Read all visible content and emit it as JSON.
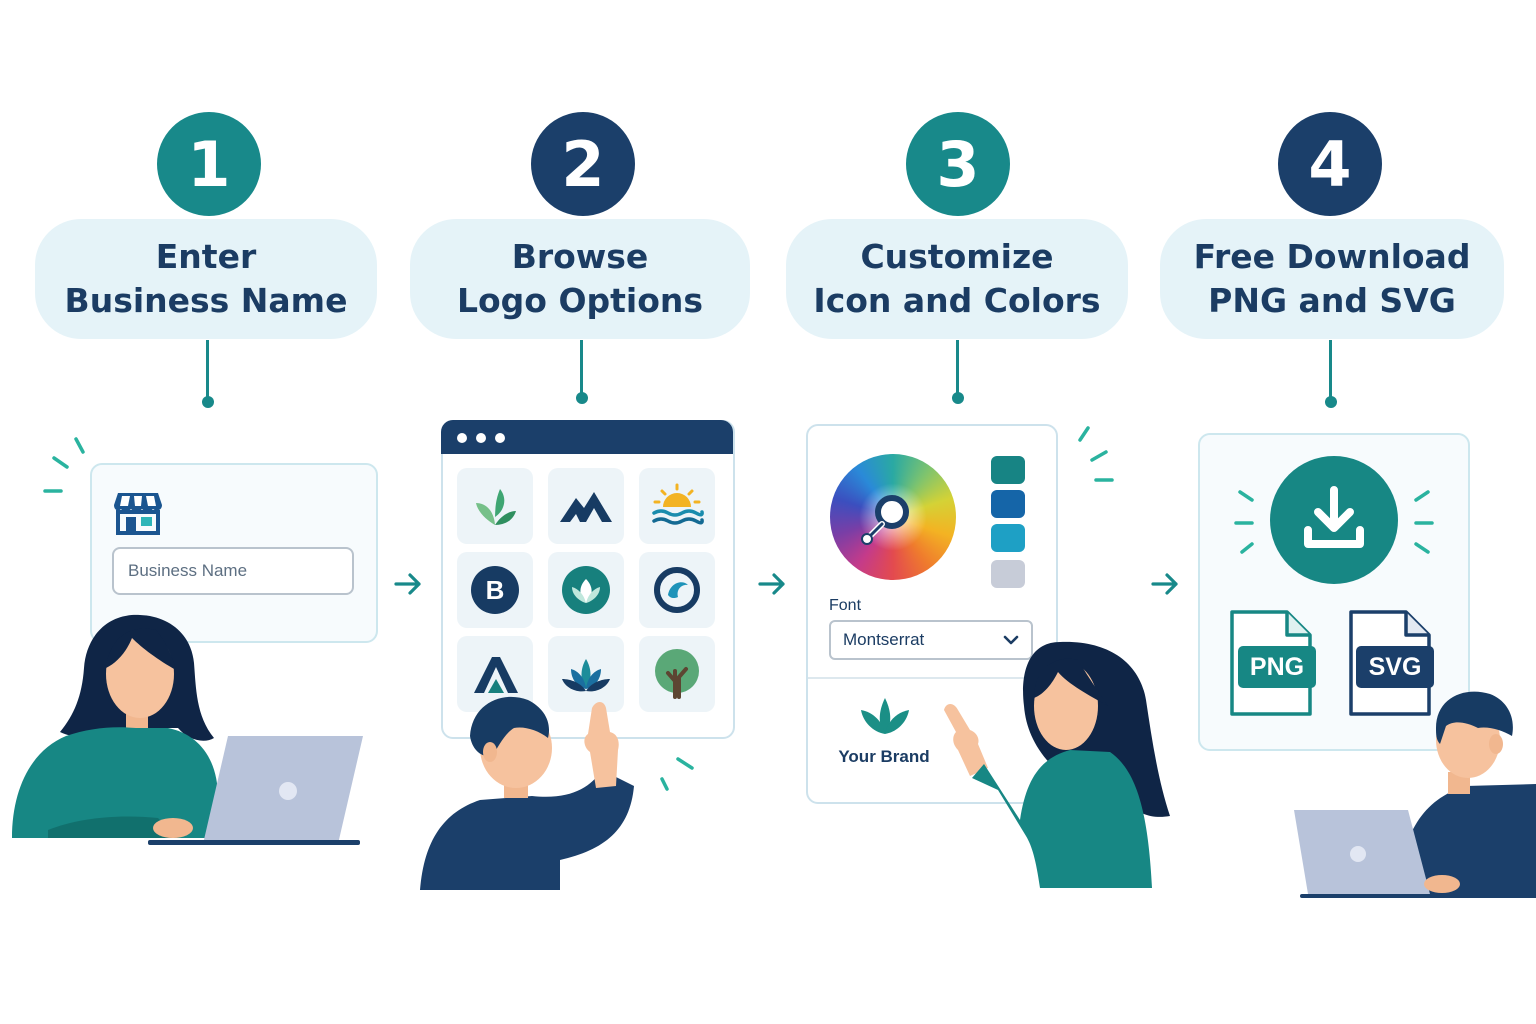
{
  "colors": {
    "teal": "#18898a",
    "navy": "#1b3f6a",
    "pill_bg": "#e5f3f8",
    "text_dark": "#1b3c63"
  },
  "steps": [
    {
      "number": "1",
      "line1": "Enter",
      "line2": "Business Name",
      "circle_color": "teal"
    },
    {
      "number": "2",
      "line1": "Browse",
      "line2": "Logo Options",
      "circle_color": "navy"
    },
    {
      "number": "3",
      "line1": "Customize",
      "line2": "Icon and Colors",
      "circle_color": "teal"
    },
    {
      "number": "4",
      "line1": "Free Download",
      "line2": "PNG and SVG",
      "circle_color": "navy"
    }
  ],
  "step1_panel": {
    "icon": "storefront-icon",
    "input_placeholder": "Business Name"
  },
  "step2_panel": {
    "tiles": [
      "leaf-icon",
      "mountain-icon",
      "sunrise-waves-icon",
      "letter-b-icon",
      "leaf-emblem-icon",
      "wave-emblem-icon",
      "letter-a-icon",
      "lotus-icon",
      "tree-icon"
    ],
    "letter_b": "B"
  },
  "step3_panel": {
    "font_label": "Font",
    "font_value": "Montserrat",
    "brand_text": "Your Brand",
    "swatches": [
      "#178484",
      "#1565a8",
      "#1ea0c5",
      "#c7ccd8"
    ]
  },
  "step4_panel": {
    "icon": "download-icon",
    "files": [
      "PNG",
      "SVG"
    ]
  }
}
